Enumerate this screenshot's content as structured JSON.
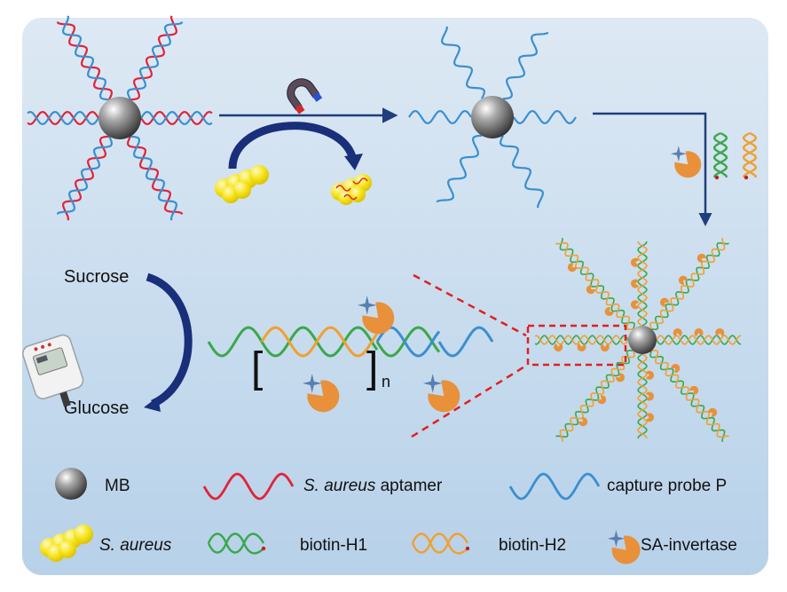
{
  "colors": {
    "panel_top": "#dce9f4",
    "panel_bottom": "#b9d3ea",
    "aptamer_red": "#e0243a",
    "probe_blue": "#3a8fd0",
    "h1_green": "#3aa84a",
    "h2_orange": "#f0a030",
    "invertase_orange": "#e8913a",
    "star_blue": "#5a7fb0",
    "arrow_navy": "#1f3f7a",
    "bacteria_yellow": "#f4e21a",
    "dashed_red": "#e02020"
  },
  "reaction": {
    "sucrose_label": "Sucrose",
    "glucose_label": "Glucose",
    "repeat_subscript": "n"
  },
  "legend": {
    "mb_label": "MB",
    "aptamer_label_italic": "S. aureus",
    "aptamer_label_rest": " aptamer",
    "probe_label": "capture probe P",
    "bacteria_label": "S. aureus",
    "h1_label": "biotin-H1",
    "h2_label": "biotin-H2",
    "invertase_label": "SA-invertase"
  }
}
